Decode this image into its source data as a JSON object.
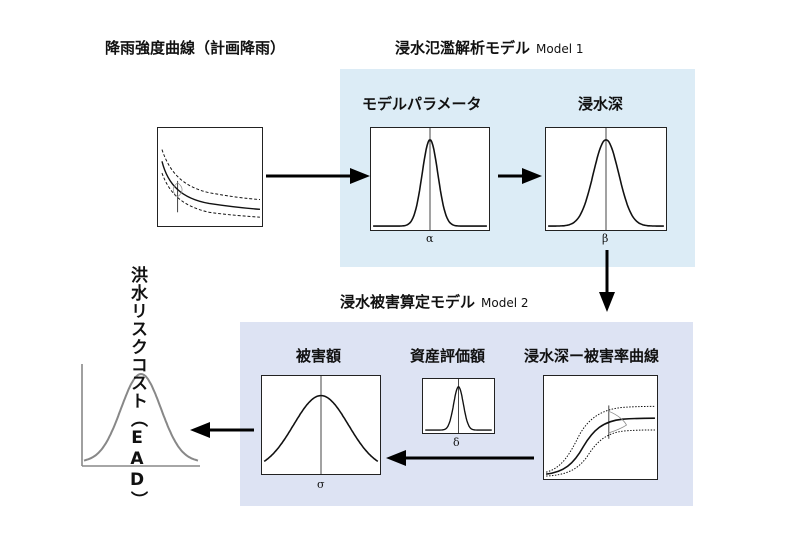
{
  "rainfall_curve_label": "降雨強度曲線（計画降雨）",
  "model1": {
    "title": "浸水氾濫解析モデル",
    "subtitle": "Model 1",
    "param_label": "モデルパラメータ",
    "param_symbol": "α",
    "depth_label": "浸水深",
    "depth_symbol": "β",
    "bg_color": "#dcecf6"
  },
  "model2": {
    "title": "浸水被害算定モデル",
    "subtitle": "Model 2",
    "damage_label": "被害額",
    "damage_symbol": "σ",
    "asset_label": "資産評価額",
    "asset_symbol": "δ",
    "curve_label": "浸水深ー被害率曲線",
    "bg_color": "#dde3f3"
  },
  "risk_label": "洪水リスクコスト（EAD）"
}
